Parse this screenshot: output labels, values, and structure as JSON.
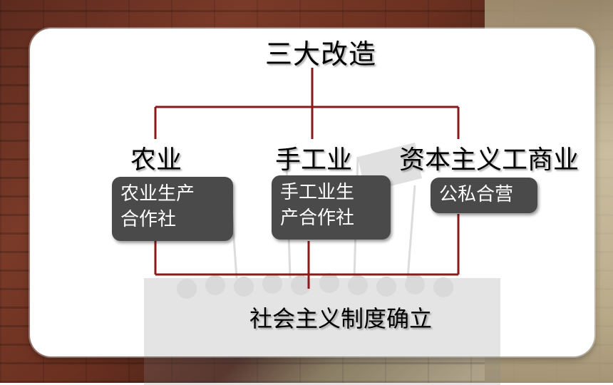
{
  "title": "三大改造",
  "branches": [
    {
      "heading": "农业",
      "result": "农业生产合作社",
      "result_lines": [
        "农业生产",
        "合作社"
      ]
    },
    {
      "heading": "手工业",
      "result": "手工业生产合作社",
      "result_lines": [
        "手工业生",
        "产合作社"
      ]
    },
    {
      "heading": "资本主义工商业",
      "result": "公私合营",
      "result_lines": [
        "公私合营"
      ]
    }
  ],
  "outcome": "社会主义制度确立",
  "colors": {
    "connector": "#8b1a1a",
    "box": "#4a4a4a",
    "panel": "#ffffff"
  }
}
